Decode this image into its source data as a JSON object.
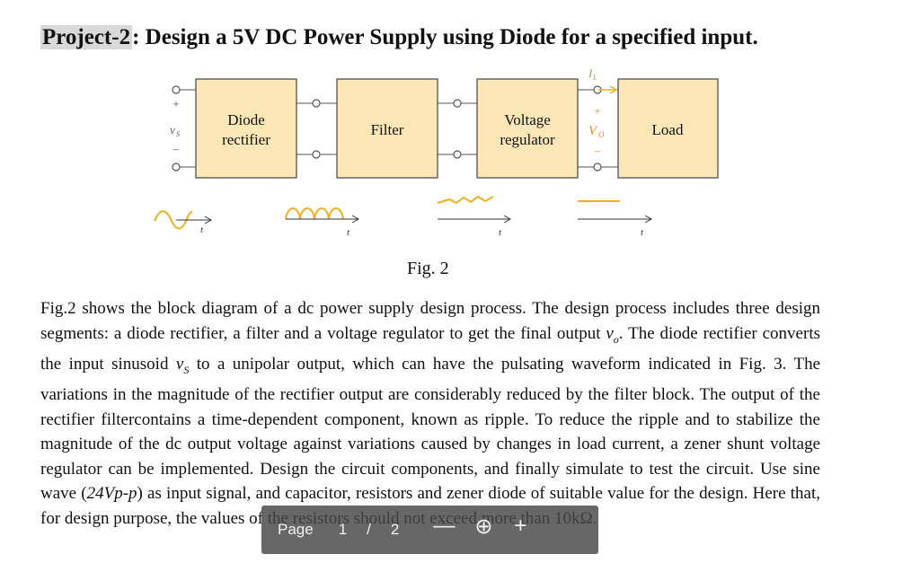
{
  "title": {
    "project_tag": "Project-2",
    "text": ": Design a 5V DC Power Supply using Diode for a specified input."
  },
  "diagram": {
    "blocks": [
      {
        "line1": "Diode",
        "line2": "rectifier"
      },
      {
        "line1": "Filter",
        "line2": ""
      },
      {
        "line1": "Voltage",
        "line2": "regulator"
      },
      {
        "line1": "Load",
        "line2": ""
      }
    ],
    "input_label": "v",
    "input_sub": "S",
    "output_label": "V",
    "output_sub": "O",
    "current_label": "I",
    "current_sub": "L",
    "plus": "+",
    "minus": "–",
    "time_label": "t",
    "fill_color": "#fde7b6",
    "signal_color": "#f2b01e",
    "terminal_color": "#e58a2c"
  },
  "caption": "Fig. 2",
  "body": {
    "p1": "Fig.2 shows the block diagram of a dc power supply design process. The design process includes three design segments: a diode rectifier, a filter and a voltage regulator to get the final output ",
    "p1_var": "v",
    "p1_sub": "o",
    "p1_end": ".",
    "p2": " The diode rectifier converts the input sinusoid ",
    "p2_var": "v",
    "p2_sub": "S",
    "p3": " to a unipolar output, which can have the pulsating waveform indicated in Fig. 3. The variations in the magnitude of the rectifier output are considerably reduced by the filter block. The output of the rectifier filtercontains a time-dependent component, known as ripple. To reduce the ripple and to stabilize the magnitude of the dc output voltage against variations caused by changes in load current, a zener shunt voltage regulator can be implemented. Design the circuit components, and finally simulate to test the circuit. Use sine wave (",
    "p3_em": "24Vp-p",
    "p4": ") as input signal, and capacitor, resistors and zener diode of suitable value for the design. Here that, for design purpose, the values of the resistors should not exceed more than 10kΩ."
  },
  "pager": {
    "label": "Page",
    "current": "1",
    "separator": "/",
    "total": "2",
    "minus": "—",
    "zoom": "⊕",
    "plus": "+"
  }
}
